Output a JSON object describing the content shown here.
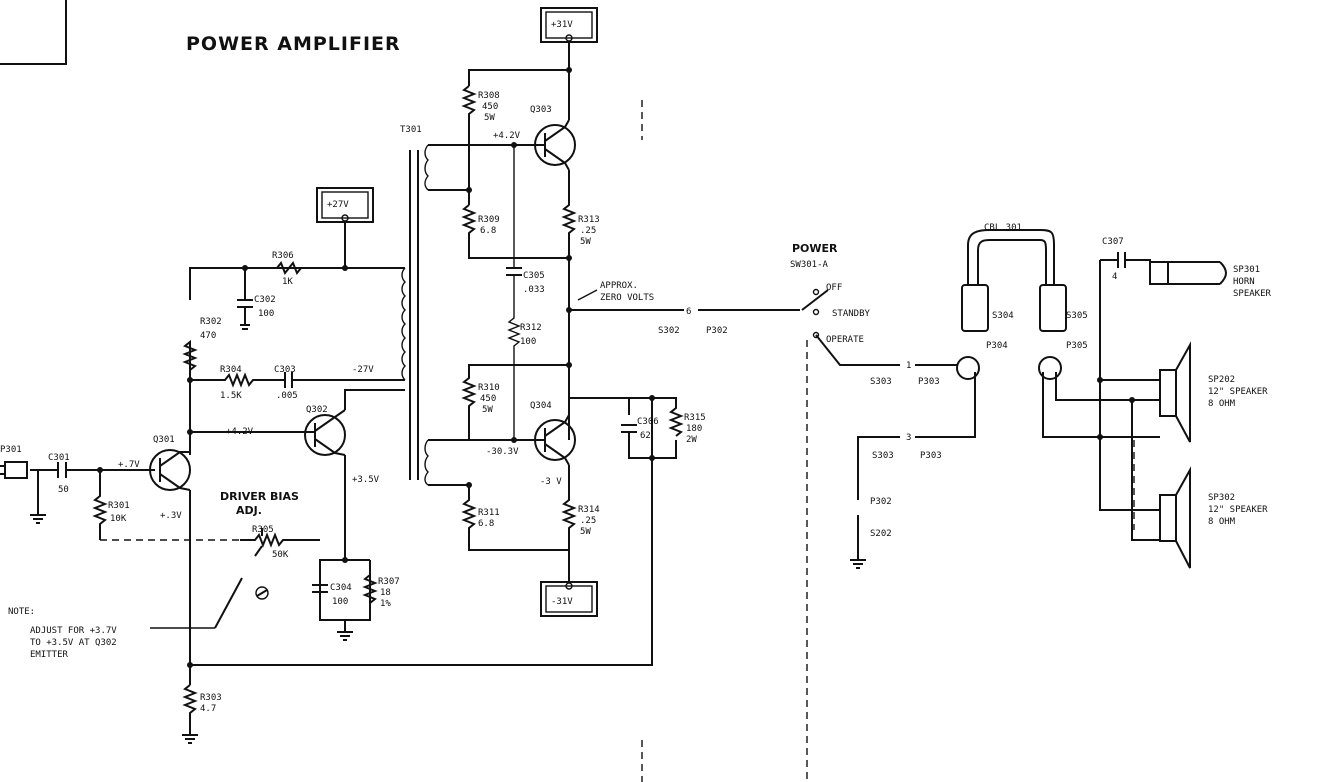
{
  "title": "POWER AMPLIFIER",
  "supplies": {
    "pos31": "+31V",
    "pos27": "+27V",
    "neg31": "-31V"
  },
  "transformer": "T301",
  "resistors": {
    "r301": {
      "ref": "R301",
      "val": "10K"
    },
    "r302": {
      "ref": "R302",
      "val": "470"
    },
    "r303": {
      "ref": "R303",
      "val": "4.7"
    },
    "r304": {
      "ref": "R304",
      "val": "1.5K"
    },
    "r305": {
      "ref": "R305",
      "val": "50K"
    },
    "r306": {
      "ref": "R306",
      "val": "1K"
    },
    "r307": {
      "ref": "R307",
      "val": "18",
      "extra": "1%"
    },
    "r308": {
      "ref": "R308",
      "val": "450",
      "extra": "5W"
    },
    "r309": {
      "ref": "R309",
      "val": "6.8"
    },
    "r310": {
      "ref": "R310",
      "val": "450",
      "extra": "5W"
    },
    "r311": {
      "ref": "R311",
      "val": "6.8"
    },
    "r312": {
      "ref": "R312",
      "val": "100"
    },
    "r313": {
      "ref": "R313",
      "val": ".25",
      "extra": "5W"
    },
    "r314": {
      "ref": "R314",
      "val": ".25",
      "extra": "5W"
    },
    "r315": {
      "ref": "R315",
      "val": "180",
      "extra": "2W"
    }
  },
  "capacitors": {
    "c301": {
      "ref": "C301",
      "val": "50"
    },
    "c302": {
      "ref": "C302",
      "val": "100"
    },
    "c303": {
      "ref": "C303",
      "val": ".005"
    },
    "c304": {
      "ref": "C304",
      "val": "100"
    },
    "c305": {
      "ref": "C305",
      "val": ".033"
    },
    "c306": {
      "ref": "C306",
      "val": "62"
    },
    "c307": {
      "ref": "C307",
      "val": "4"
    }
  },
  "transistors": {
    "q301": "Q301",
    "q302": "Q302",
    "q303": "Q303",
    "q304": "Q304"
  },
  "voltages": {
    "q301_base": "+.7V",
    "q301_emit": "+.3V",
    "q302_base": "+4.2V",
    "q302_emit": "+3.5V",
    "t301_sec": "-27V",
    "q303_base": "+4.2V",
    "q304_base": "-30.3V",
    "q304_emit": "-3 V"
  },
  "driver_bias": {
    "line1": "DRIVER BIAS",
    "line2": "ADJ."
  },
  "note": {
    "head": "NOTE:",
    "line1": "ADJUST FOR +3.7V",
    "line2": "TO +3.5V AT Q302",
    "line3": "EMITTER"
  },
  "zero_volts": {
    "line1": "APPROX.",
    "line2": "ZERO VOLTS"
  },
  "power_switch": {
    "title": "POWER",
    "ref": "SW301-A",
    "off": "OFF",
    "standby": "STANDBY",
    "operate": "OPERATE"
  },
  "connectors": {
    "p301": "P301",
    "s302": "S302",
    "p302": "P302",
    "s303": "S303",
    "p303": "P303",
    "s303b": "S303",
    "p303b": "P303",
    "p302b": "P302",
    "s202": "S202",
    "p304": "P304",
    "p305": "P305",
    "s304": "S304",
    "s305": "S305",
    "cbl301": "CBL 301",
    "pin6": "6",
    "pin1": "1",
    "pin3": "3"
  },
  "speakers": {
    "sp301": {
      "ref": "SP301",
      "l1": "HORN",
      "l2": "SPEAKER"
    },
    "sp202": {
      "ref": "SP202",
      "l1": "12\" SPEAKER",
      "l2": "8 OHM"
    },
    "sp302": {
      "ref": "SP302",
      "l1": "12\" SPEAKER",
      "l2": "8 OHM"
    }
  }
}
